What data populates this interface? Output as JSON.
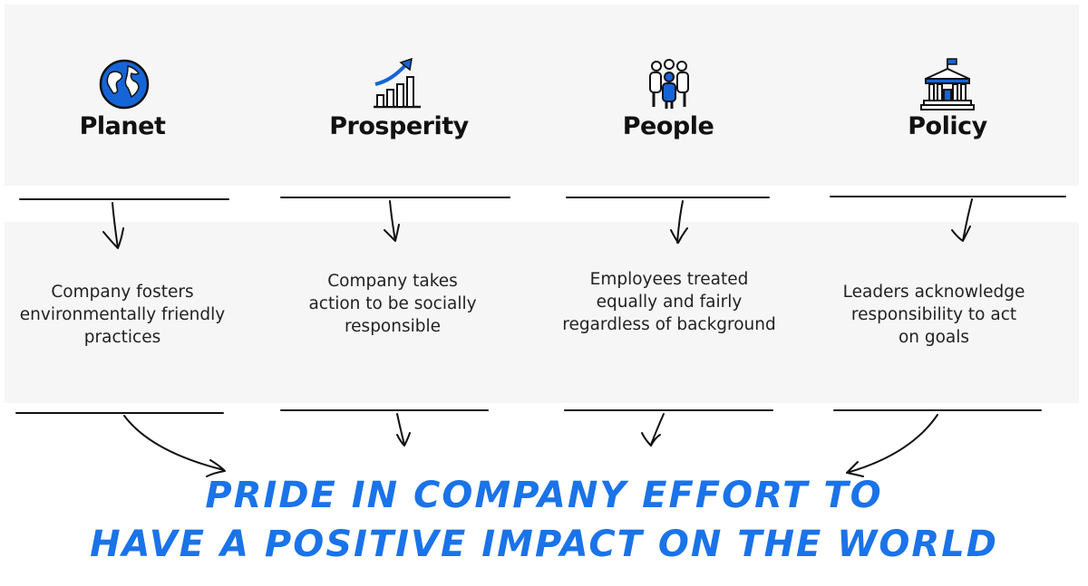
{
  "pillars": [
    {
      "title": "Planet",
      "icon": "globe-icon",
      "description": [
        "Company fosters",
        "environmentally friendly",
        "practices"
      ]
    },
    {
      "title": "Prosperity",
      "icon": "growth-chart-icon",
      "description": [
        "Company takes",
        "action to be socially",
        "responsible"
      ]
    },
    {
      "title": "People",
      "icon": "people-group-icon",
      "description": [
        "Employees treated",
        "equally and fairly",
        "regardless of background"
      ]
    },
    {
      "title": "Policy",
      "icon": "government-building-icon",
      "description": [
        "Leaders acknowledge",
        "responsibility to act",
        "on goals"
      ]
    }
  ],
  "headline": {
    "line1": "PRIDE IN COMPANY EFFORT TO",
    "line2": "HAVE A POSITIVE IMPACT ON THE WORLD"
  },
  "colors": {
    "accent": "#1a73e8",
    "icon_blue": "#1565d8",
    "band": "#f6f6f6"
  }
}
